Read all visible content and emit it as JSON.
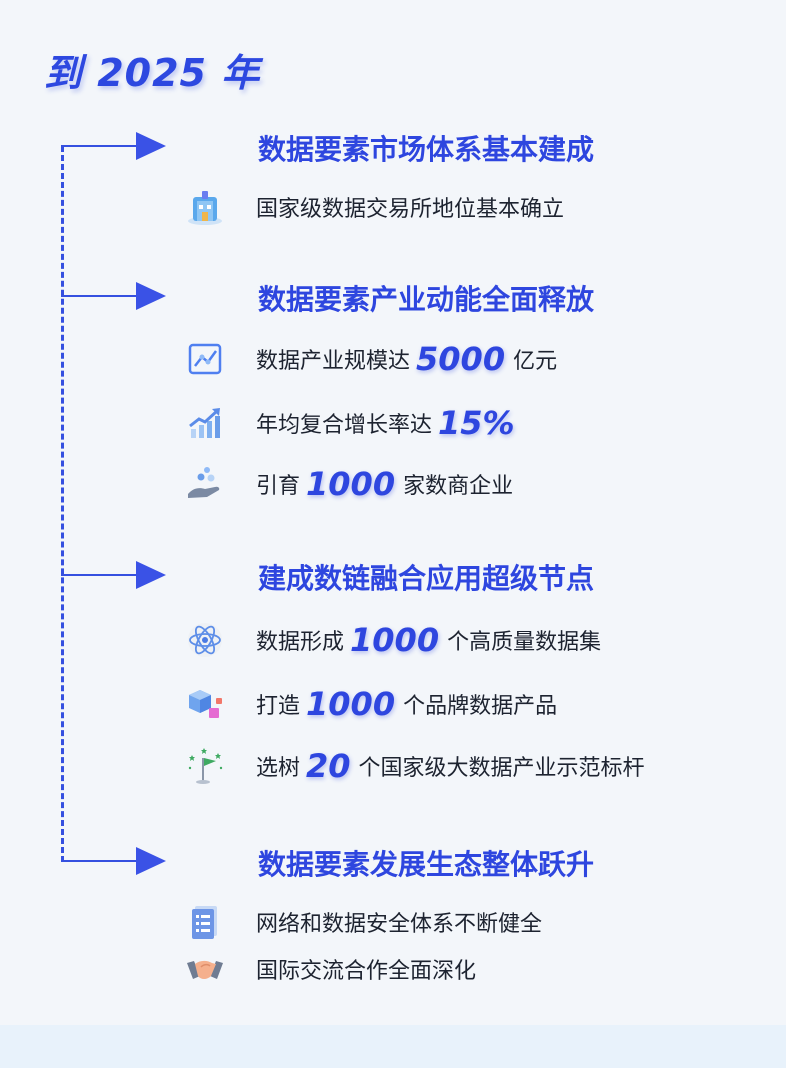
{
  "title": "到 2025 年",
  "sections": [
    {
      "heading": "数据要素市场体系基本建成",
      "items": [
        {
          "icon": "building-icon",
          "pre": "国家级数据交易所地位基本确立"
        }
      ]
    },
    {
      "heading": "数据要素产业动能全面释放",
      "items": [
        {
          "icon": "line-chart-icon",
          "pre": "数据产业规模达",
          "num": "5000",
          "post": "亿元"
        },
        {
          "icon": "growth-arrow-icon",
          "pre": "年均复合增长率达",
          "num": "15%"
        },
        {
          "icon": "hand-coins-icon",
          "pre": "引育",
          "num": "1000",
          "post": "家数商企业"
        }
      ]
    },
    {
      "heading": "建成数链融合应用超级节点",
      "items": [
        {
          "icon": "atom-icon",
          "pre": "数据形成",
          "num": "1000",
          "post": "个高质量数据集"
        },
        {
          "icon": "cubes-icon",
          "pre": "打造",
          "num": "1000",
          "post": "个品牌数据产品"
        },
        {
          "icon": "flag-stars-icon",
          "pre": "选树",
          "num": "20",
          "post": "个国家级大数据产业示范标杆"
        }
      ]
    },
    {
      "heading": "数据要素发展生态整体跃升",
      "items": [
        {
          "icon": "document-list-icon",
          "pre": "网络和数据安全体系不断健全"
        },
        {
          "icon": "handshake-icon",
          "pre": "国际交流合作全面深化"
        }
      ]
    }
  ]
}
